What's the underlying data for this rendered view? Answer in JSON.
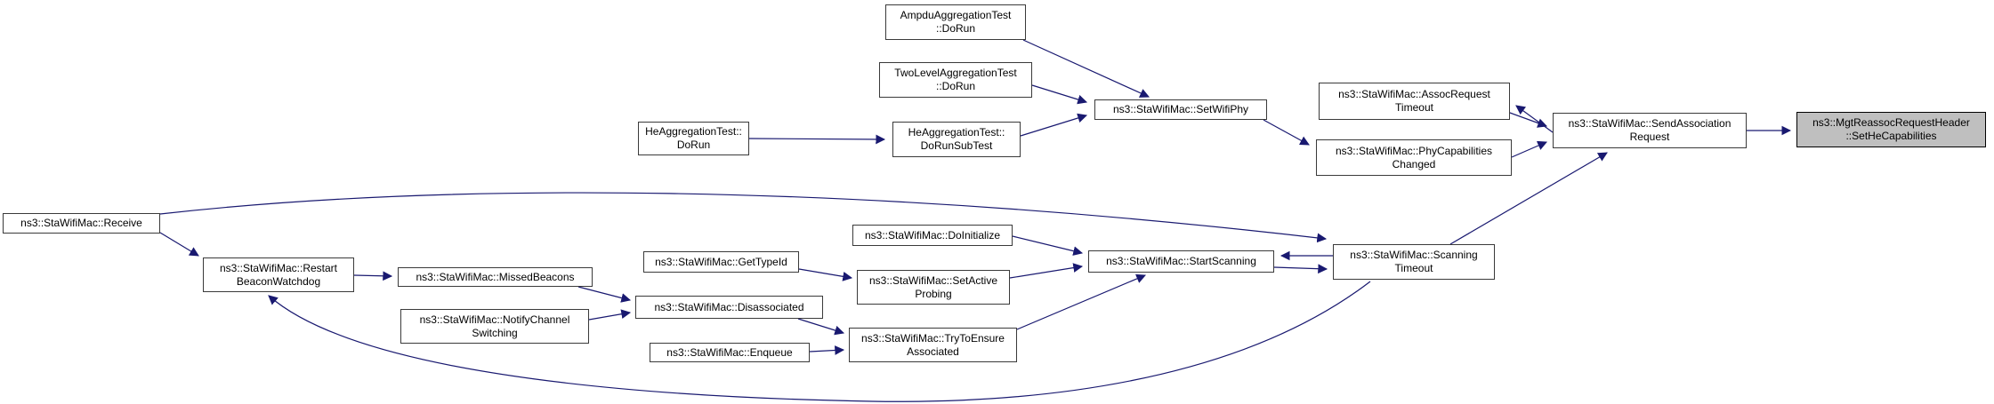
{
  "diagram": {
    "type": "doxygen-caller-graph",
    "target_function": "ns3::MgtReassocRequestHeader::SetHeCapabilities",
    "colors": {
      "edge": "#191970",
      "node_fill": "#ffffff",
      "node_border": "#3a3a3a",
      "highlight_fill": "#bfbfbf",
      "background": "#ffffff"
    },
    "nodes": [
      {
        "id": "ampdu-dorun",
        "lines": [
          "AmpduAggregationTest",
          "::DoRun"
        ],
        "highlighted": false
      },
      {
        "id": "twolevel-dorun",
        "lines": [
          "TwoLevelAggregationTest",
          "::DoRun"
        ],
        "highlighted": false
      },
      {
        "id": "he-dorun",
        "lines": [
          "HeAggregationTest::",
          "DoRun"
        ],
        "highlighted": false
      },
      {
        "id": "he-dorunsubtest",
        "lines": [
          "HeAggregationTest::",
          "DoRunSubTest"
        ],
        "highlighted": false
      },
      {
        "id": "setwifiphy",
        "lines": [
          "ns3::StaWifiMac::SetWifiPhy"
        ],
        "highlighted": false
      },
      {
        "id": "assocrequest-timeout",
        "lines": [
          "ns3::StaWifiMac::AssocRequest",
          "Timeout"
        ],
        "highlighted": false
      },
      {
        "id": "phycapabilities-changed",
        "lines": [
          "ns3::StaWifiMac::PhyCapabilities",
          "Changed"
        ],
        "highlighted": false
      },
      {
        "id": "sendassociation-request",
        "lines": [
          "ns3::StaWifiMac::SendAssociation",
          "Request"
        ],
        "highlighted": false
      },
      {
        "id": "sethecapabilities",
        "lines": [
          "ns3::MgtReassocRequestHeader",
          "::SetHeCapabilities"
        ],
        "highlighted": true
      },
      {
        "id": "receive",
        "lines": [
          "ns3::StaWifiMac::Receive"
        ],
        "highlighted": false
      },
      {
        "id": "restart-beaconwatchdog",
        "lines": [
          "ns3::StaWifiMac::Restart",
          "BeaconWatchdog"
        ],
        "highlighted": false
      },
      {
        "id": "missedbeacons",
        "lines": [
          "ns3::StaWifiMac::MissedBeacons"
        ],
        "highlighted": false
      },
      {
        "id": "notifychannel-switching",
        "lines": [
          "ns3::StaWifiMac::NotifyChannel",
          "Switching"
        ],
        "highlighted": false
      },
      {
        "id": "disassociated",
        "lines": [
          "ns3::StaWifiMac::Disassociated"
        ],
        "highlighted": false
      },
      {
        "id": "enqueue",
        "lines": [
          "ns3::StaWifiMac::Enqueue"
        ],
        "highlighted": false
      },
      {
        "id": "gettypeid",
        "lines": [
          "ns3::StaWifiMac::GetTypeId"
        ],
        "highlighted": false
      },
      {
        "id": "doinitialize",
        "lines": [
          "ns3::StaWifiMac::DoInitialize"
        ],
        "highlighted": false
      },
      {
        "id": "setactive-probing",
        "lines": [
          "ns3::StaWifiMac::SetActive",
          "Probing"
        ],
        "highlighted": false
      },
      {
        "id": "trytoensure-associated",
        "lines": [
          "ns3::StaWifiMac::TryToEnsure",
          "Associated"
        ],
        "highlighted": false
      },
      {
        "id": "startscanning",
        "lines": [
          "ns3::StaWifiMac::StartScanning"
        ],
        "highlighted": false
      },
      {
        "id": "scanning-timeout",
        "lines": [
          "ns3::StaWifiMac::Scanning",
          "Timeout"
        ],
        "highlighted": false
      }
    ],
    "edges": [
      {
        "from": "ampdu-dorun",
        "to": "setwifiphy"
      },
      {
        "from": "twolevel-dorun",
        "to": "setwifiphy"
      },
      {
        "from": "he-dorun",
        "to": "he-dorunsubtest"
      },
      {
        "from": "he-dorunsubtest",
        "to": "setwifiphy"
      },
      {
        "from": "setwifiphy",
        "to": "phycapabilities-changed"
      },
      {
        "from": "assocrequest-timeout",
        "to": "sendassociation-request"
      },
      {
        "from": "sendassociation-request",
        "to": "assocrequest-timeout"
      },
      {
        "from": "phycapabilities-changed",
        "to": "sendassociation-request"
      },
      {
        "from": "scanning-timeout",
        "to": "sendassociation-request"
      },
      {
        "from": "sendassociation-request",
        "to": "sethecapabilities"
      },
      {
        "from": "receive",
        "to": "scanning-timeout"
      },
      {
        "from": "receive",
        "to": "restart-beaconwatchdog"
      },
      {
        "from": "restart-beaconwatchdog",
        "to": "missedbeacons"
      },
      {
        "from": "missedbeacons",
        "to": "disassociated"
      },
      {
        "from": "notifychannel-switching",
        "to": "disassociated"
      },
      {
        "from": "disassociated",
        "to": "trytoensure-associated"
      },
      {
        "from": "enqueue",
        "to": "trytoensure-associated"
      },
      {
        "from": "gettypeid",
        "to": "setactive-probing"
      },
      {
        "from": "doinitialize",
        "to": "startscanning"
      },
      {
        "from": "setactive-probing",
        "to": "startscanning"
      },
      {
        "from": "trytoensure-associated",
        "to": "startscanning"
      },
      {
        "from": "startscanning",
        "to": "scanning-timeout"
      },
      {
        "from": "scanning-timeout",
        "to": "startscanning"
      },
      {
        "from": "scanning-timeout",
        "to": "restart-beaconwatchdog"
      }
    ]
  }
}
